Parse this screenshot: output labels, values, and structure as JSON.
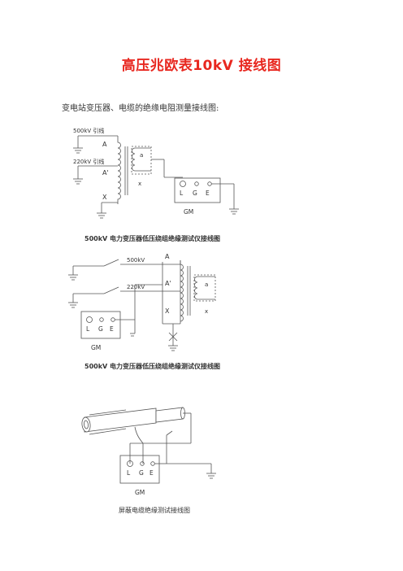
{
  "title": "高压兆欧表10kV 接线图",
  "intro": "变电站变压器、电缆的绝缘电阻测量接线图:",
  "diagram1": {
    "lead500": "500kV 引线",
    "lead220": "220kV 引线",
    "A": "A",
    "Aprime": "A'",
    "X": "X",
    "a": "a",
    "x": "x",
    "L": "L",
    "G": "G",
    "E": "E",
    "gm": "GM",
    "caption": "500kV 电力变压器低压绕组绝缘测试仪接线图"
  },
  "diagram2": {
    "v500": "500kV",
    "v220": "220kV",
    "A": "A",
    "Aprime": "A'",
    "X": "X",
    "a": "a",
    "x": "x",
    "L": "L",
    "G": "G",
    "E": "E",
    "gm": "GM",
    "caption": "500kV 电力变压器低压绕组绝缘测试仪接线图"
  },
  "diagram3": {
    "L": "L",
    "G": "G",
    "E": "E",
    "gm": "GM",
    "caption": "屏蔽电缆绝缘测试接线图"
  }
}
